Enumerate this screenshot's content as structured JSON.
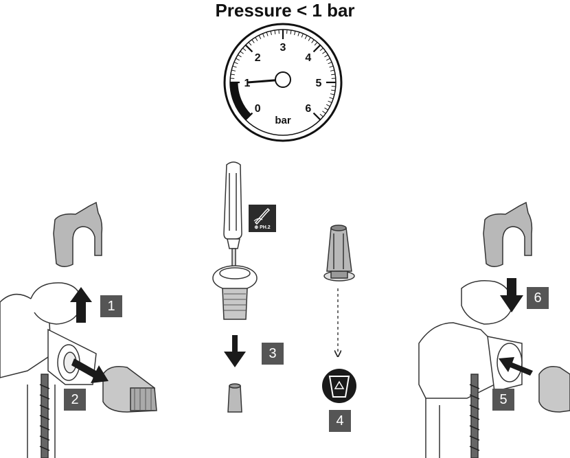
{
  "title": "Pressure < 1 bar",
  "gauge": {
    "unit": "bar",
    "ticks": [
      "0",
      "1",
      "2",
      "3",
      "4",
      "5",
      "6"
    ],
    "red_zone": [
      0,
      1
    ],
    "reading": 0.9
  },
  "tool": {
    "label": "⊕ PH.2",
    "icon": "screwdriver-icon"
  },
  "recycle_icon": "recycle-icon",
  "steps": [
    "1",
    "2",
    "3",
    "4",
    "5",
    "6"
  ]
}
